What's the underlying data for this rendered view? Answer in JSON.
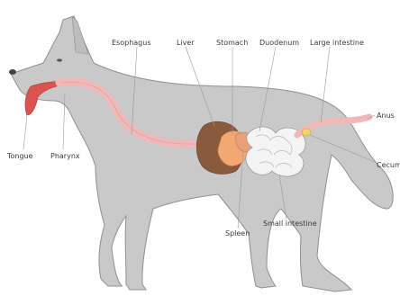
{
  "labels": {
    "esophagus": "Esophagus",
    "liver": "Liver",
    "stomach": "Stomach",
    "duodenum": "Duodenum",
    "large_intestine": "Large intestine",
    "anus": "Anus",
    "cecum": "Cecum",
    "small_intestine": "Small intestine",
    "spleen": "Spleen",
    "pharynx": "Pharynx",
    "tongue": "Tongue"
  },
  "colors": {
    "body": "#c9c9c9",
    "body_outline": "#8f8f8f",
    "esophagus": "#f0b8b8",
    "liver": "#8a5a3c",
    "stomach": "#f3a873",
    "intestine": "#f4f4f4",
    "cecum": "#f1d36b",
    "tongue": "#d9534f"
  }
}
